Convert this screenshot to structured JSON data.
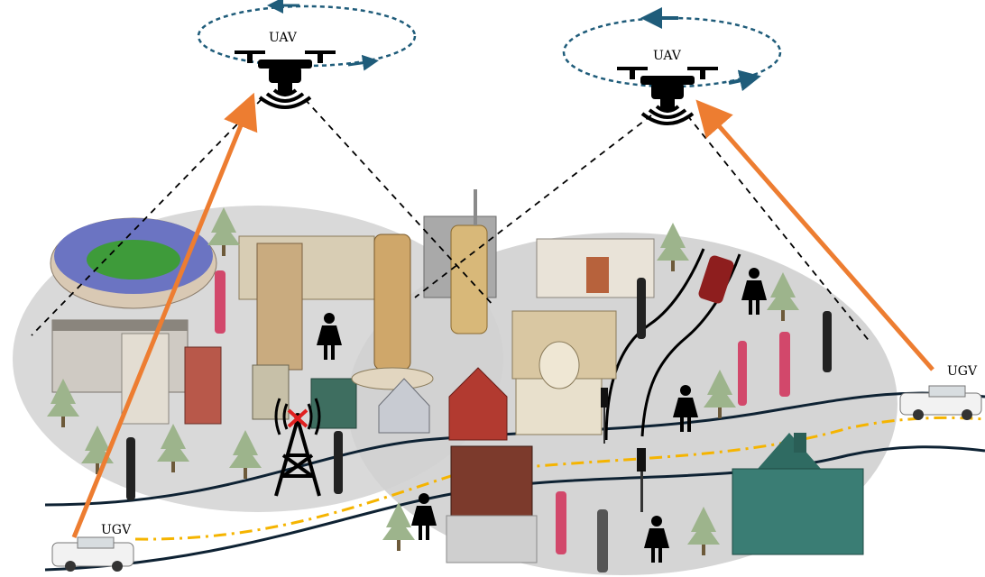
{
  "labels": {
    "uav_left": "UAV",
    "uav_right": "UAV",
    "ugv_left": "UGV",
    "ugv_right": "UGV"
  },
  "colors": {
    "coverage_zone": "#d9d9d9",
    "link_arrow": "#ed7d31",
    "orbit_path": "#1f5c7a",
    "road": "#0e2233",
    "road_marking": "#f5b400",
    "tree": "#9db48c",
    "person": "#000000",
    "failed_tower_mark": "#e02020"
  },
  "icons": [
    "drone-icon",
    "signal-waves-icon",
    "stadium-icon",
    "building-icon",
    "tree-icon",
    "person-icon",
    "cell-tower-icon",
    "red-x-icon",
    "traffic-light-icon",
    "car-icon",
    "ugv-vehicle-icon"
  ]
}
